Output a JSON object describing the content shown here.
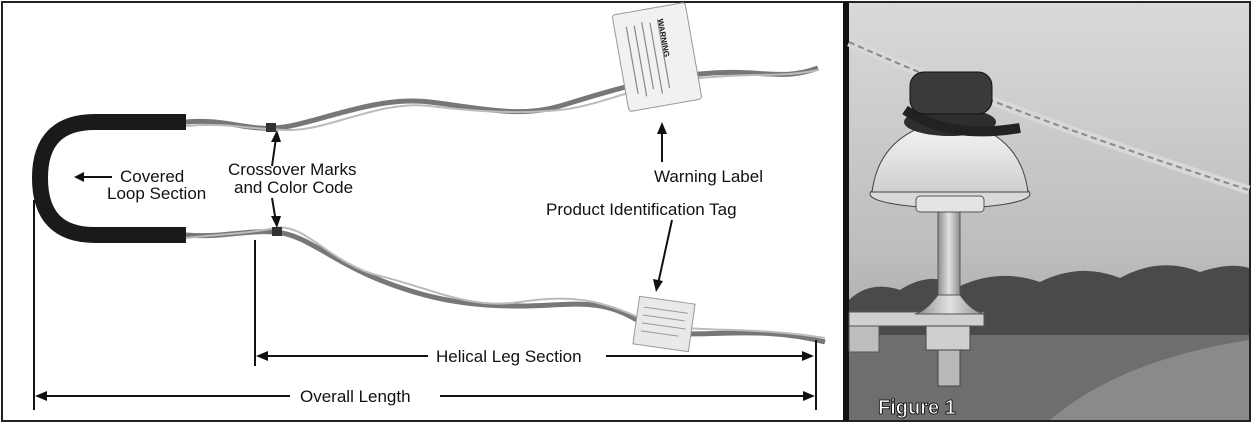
{
  "diagram": {
    "labels": {
      "covered_loop_line1": "Covered",
      "covered_loop_line2": "Loop Section",
      "crossover_line1": "Crossover Marks",
      "crossover_line2": "and Color Code",
      "warning_label": "Warning Label",
      "product_tag": "Product Identification Tag",
      "helical_leg": "Helical Leg Section",
      "overall_length": "Overall Length"
    },
    "tag_texts": {
      "warning_tag": "WARNING"
    }
  },
  "photo": {
    "caption": "Figure 1"
  }
}
